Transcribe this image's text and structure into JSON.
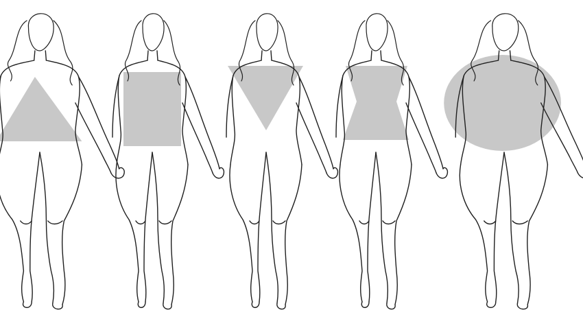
{
  "figures": [
    {
      "id": "pear",
      "shape_kind": "triangle"
    },
    {
      "id": "rectangle",
      "shape_kind": "rectangle"
    },
    {
      "id": "inverted-triangle",
      "shape_kind": "inverted-triangle"
    },
    {
      "id": "hourglass",
      "shape_kind": "hourglass"
    },
    {
      "id": "apple",
      "shape_kind": "ellipse"
    }
  ],
  "colors": {
    "outline": "#1f1f1f",
    "shape_fill": "#c8c8c8",
    "background": "#ffffff"
  }
}
